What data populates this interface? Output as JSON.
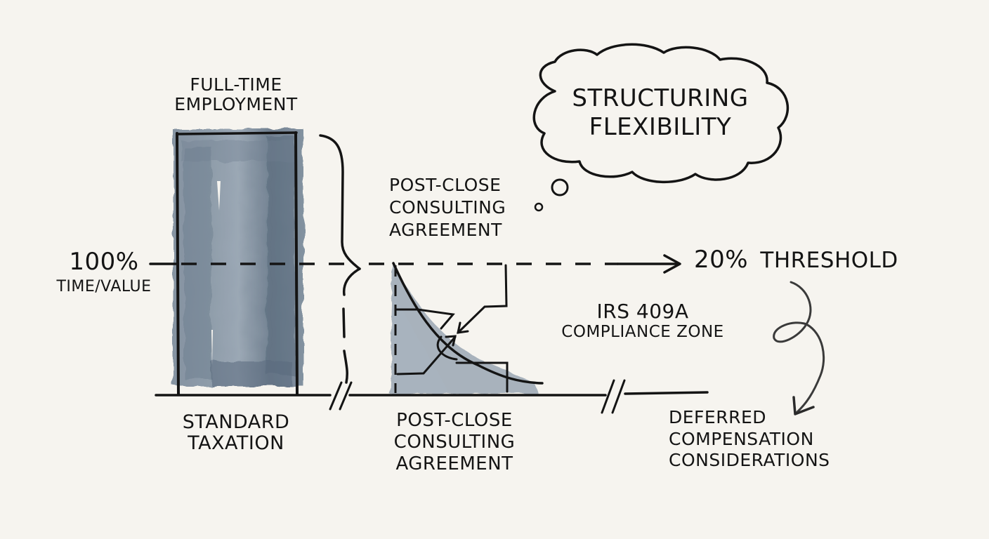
{
  "bar_top_label": {
    "line1": "Full-time",
    "line2": "Employment"
  },
  "bar_bottom_label": {
    "line1": "Standard",
    "line2": "Taxation"
  },
  "y_axis_label": {
    "value": "100%",
    "caption": "Time/Value"
  },
  "consulting_top_label": {
    "line1": "Post-close",
    "line2": "Consulting",
    "line3": "Agreement"
  },
  "consulting_bottom_label": {
    "line1": "Post-close",
    "line2": "Consulting",
    "line3": "Agreement"
  },
  "thought_cloud": {
    "line1": "Structuring",
    "line2": "Flexibility"
  },
  "threshold_label": {
    "value": "20%",
    "caption": "Threshold"
  },
  "compliance_label": {
    "line1": "IRS 409A",
    "line2": "Compliance Zone"
  },
  "deferred_label": {
    "line1": "Deferred",
    "line2": "Compensation",
    "line3": "Considerations"
  },
  "colors": {
    "paper": "#f6f4ef",
    "ink": "#141414",
    "wash_dark": "#5d6e80",
    "wash_light": "#9aa6b3"
  }
}
